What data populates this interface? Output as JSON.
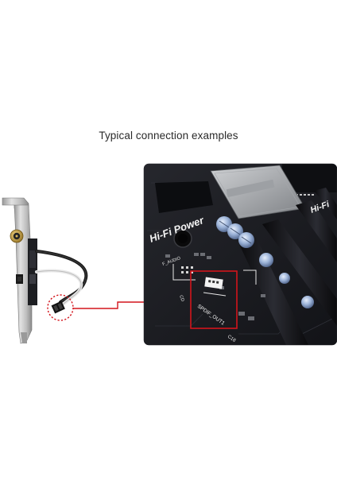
{
  "caption": "Typical connection examples",
  "board_label_main": "Hi-Fi Power",
  "board_label_right": "Hi-Fi",
  "board_label_header": "SPDIF_OUT1",
  "board_label_small_a": "F_AUDIO",
  "board_label_small_b": "CD",
  "board_label_small_c": "C18",
  "colors": {
    "background": "#ffffff",
    "board": "#1a1b20",
    "highlight": "#d3141c",
    "bracket": "#c9c9c9",
    "jack_gold": "#c9a23a",
    "capacitor": "#8fa8cf"
  },
  "icons": {
    "bracket": "pci-bracket-with-coax-jack",
    "cable": "two-wire-spdif-cable",
    "connector": "dupont-header-connector",
    "motherboard": "motherboard-closeup"
  }
}
